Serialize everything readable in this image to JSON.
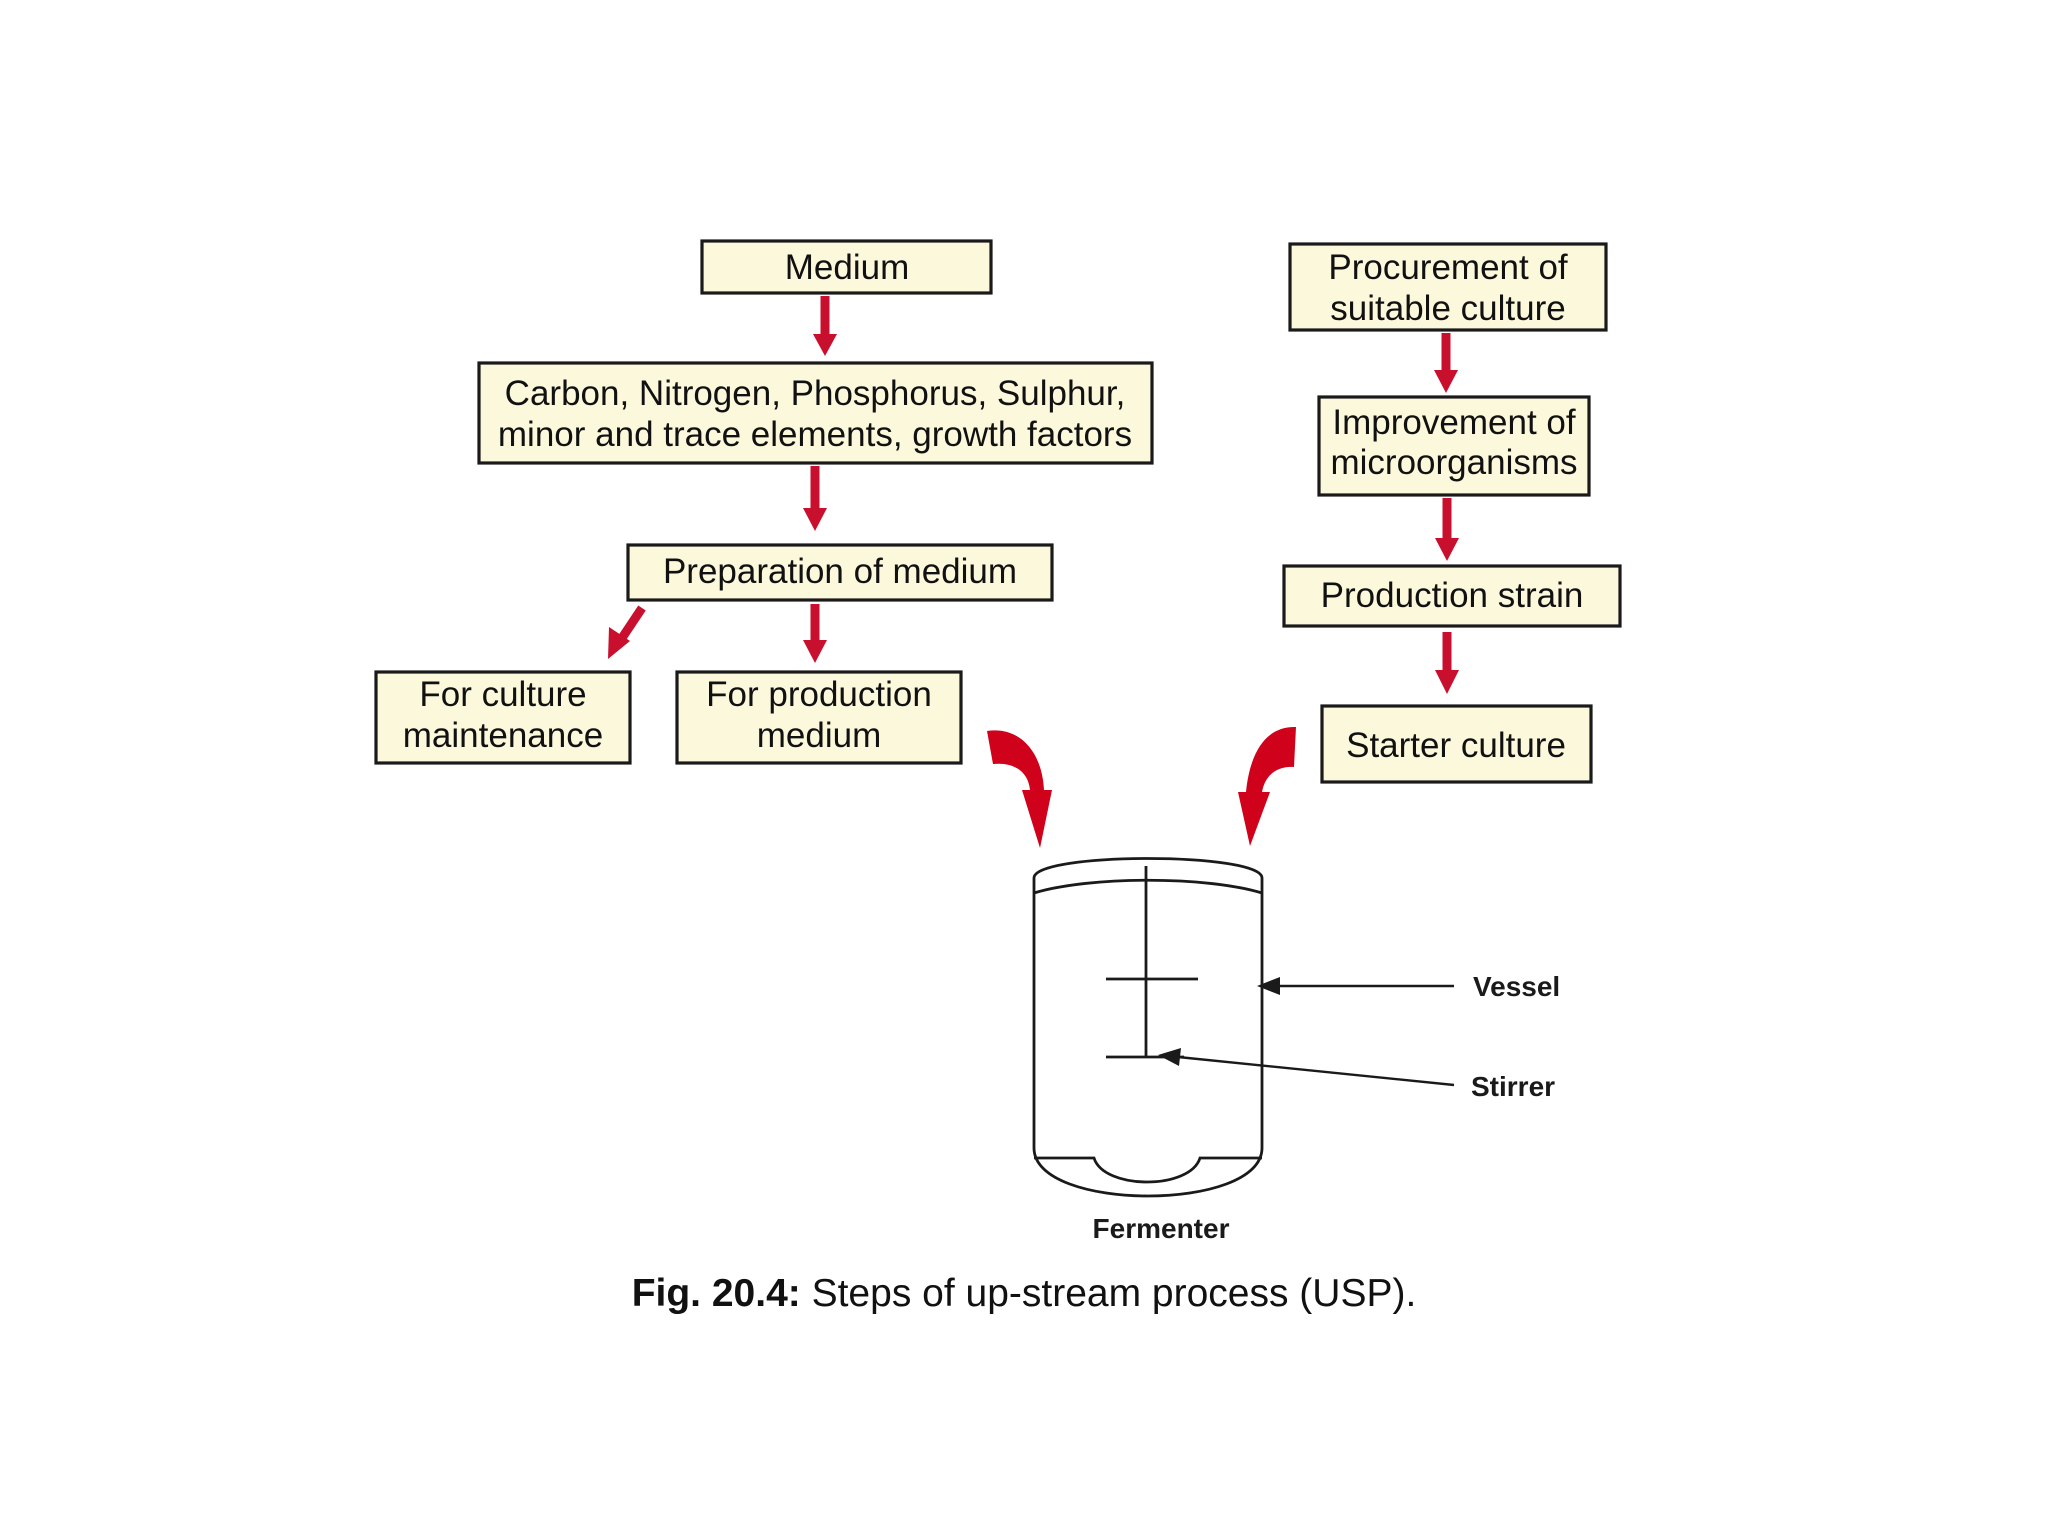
{
  "boxes": {
    "medium": {
      "lines": [
        "Medium"
      ]
    },
    "nutrients": {
      "lines": [
        "Carbon, Nitrogen, Phosphorus, Sulphur,",
        "minor and trace elements, growth factors"
      ]
    },
    "preparation": {
      "lines": [
        "Preparation of medium"
      ]
    },
    "culture_maintenance": {
      "lines": [
        "For culture",
        "maintenance"
      ]
    },
    "production_medium": {
      "lines": [
        "For production",
        "medium"
      ]
    },
    "procurement": {
      "lines": [
        "Procurement of",
        "suitable culture"
      ]
    },
    "improvement": {
      "lines": [
        "Improvement of",
        "microorganisms"
      ]
    },
    "production_strain": {
      "lines": [
        "Production strain"
      ]
    },
    "starter_culture": {
      "lines": [
        "Starter culture"
      ]
    }
  },
  "fermenter": {
    "vessel_label": "Vessel",
    "stirrer_label": "Stirrer",
    "name": "Fermenter"
  },
  "caption": {
    "figure_number": "Fig. 20.4:",
    "text": " Steps of up-stream process (USP)."
  },
  "colors": {
    "box_fill": "#fbf8dc",
    "arrow": "#c8102e",
    "outline": "#1a1a1a"
  }
}
